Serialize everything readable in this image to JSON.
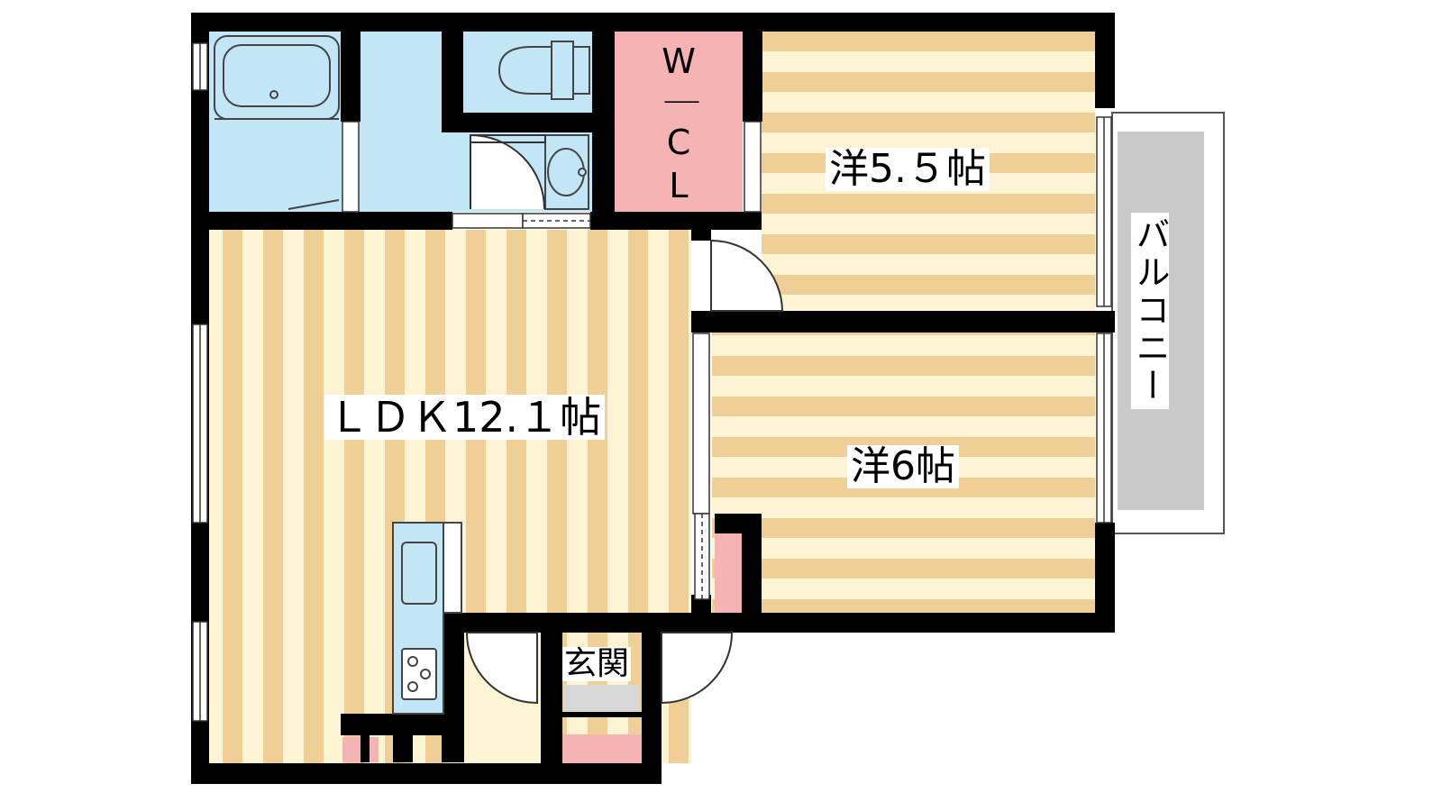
{
  "floorplan": {
    "rooms": {
      "ldk": "ＬＤＫ12.１帖",
      "western_a": "洋5.５帖",
      "western_b": "洋6帖",
      "wic": "W｜CL",
      "balcony": "バルコニー",
      "entrance": "玄関"
    }
  },
  "colors": {
    "wall": "#000000",
    "floor_wood": "#fdf4d4",
    "floor_stripe": "#f0cf96",
    "wet_area": "#c3e6f7",
    "storage": "#f6b3b3",
    "balcony": "#c9c9c9",
    "entrance_tile": "#d7d7d7"
  },
  "icons": [
    "bathtub-icon",
    "toilet-icon",
    "washbasin-icon",
    "kitchen-sink-icon",
    "stove-icon",
    "door-swing-icon",
    "window-icon"
  ]
}
